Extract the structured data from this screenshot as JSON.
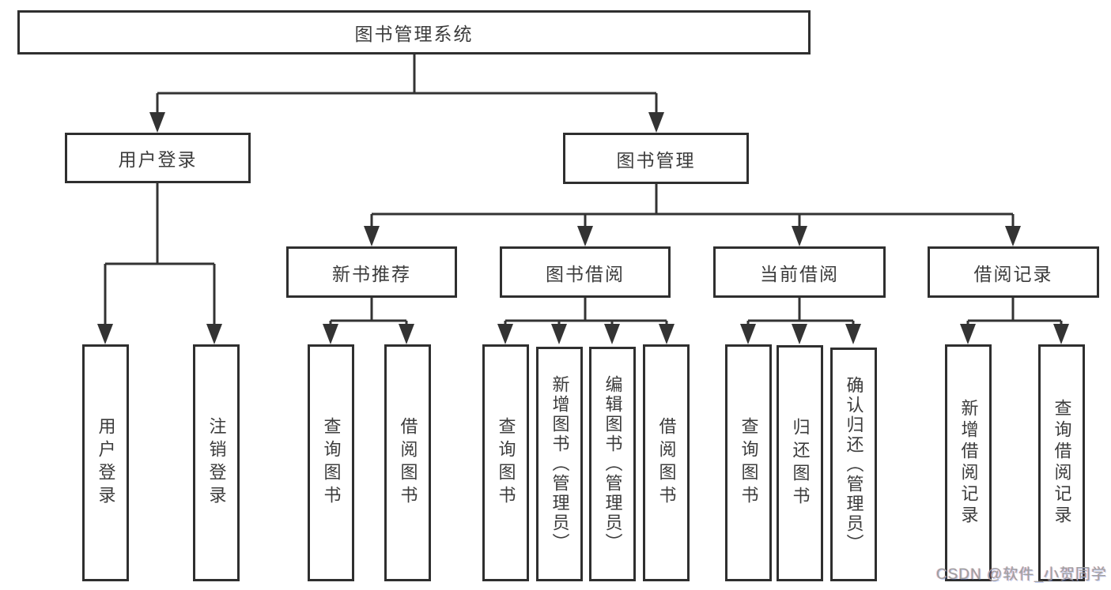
{
  "tree": {
    "root": "图书管理系统",
    "user_login": {
      "label": "用户登录",
      "children": [
        "用户登录",
        "注销登录"
      ]
    },
    "book_management": {
      "label": "图书管理",
      "groups": {
        "new_book": {
          "label": "新书推荐",
          "children": [
            "查询图书",
            "借阅图书"
          ]
        },
        "book_borrow": {
          "label": "图书借阅",
          "children": [
            "查询图书",
            "新增图书（管理员）",
            "编辑图书（管理员）",
            "借阅图书"
          ]
        },
        "current_borrow": {
          "label": "当前借阅",
          "children": [
            "查询图书",
            "归还图书",
            "确认归还（管理员）"
          ]
        },
        "borrow_records": {
          "label": "借阅记录",
          "children": [
            "新增借阅记录",
            "查询借阅记录"
          ]
        }
      }
    }
  },
  "watermark": "CSDN @软件_小贺同学",
  "colors": {
    "line": "#333333",
    "box_border": "#2f2f2f",
    "text": "#3c3c3c",
    "background": "#ffffff",
    "watermark_text": "#a0a0a0"
  }
}
